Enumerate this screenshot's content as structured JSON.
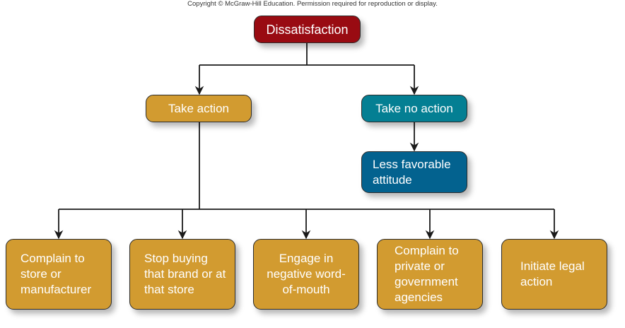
{
  "copyright": "Copyright © McGraw-Hill Education. Permission required for reproduction or display.",
  "colors": {
    "root": "#990b12",
    "action": "#d29b30",
    "no_action": "#047f93",
    "attitude": "#03628f",
    "connector": "#1a1a1a"
  },
  "nodes": {
    "root": {
      "label": "Dissatisfaction"
    },
    "take_action": {
      "label": "Take action"
    },
    "take_no_action": {
      "label": "Take no action"
    },
    "less_favorable": {
      "label": "Less favorable attitude"
    },
    "outcomes": [
      {
        "label": "Complain to store or manufacturer"
      },
      {
        "label": "Stop buying that brand or at that store"
      },
      {
        "label": "Engage in negative word-of-mouth"
      },
      {
        "label": "Complain to private or government agencies"
      },
      {
        "label": "Initiate legal action"
      }
    ]
  },
  "edges": [
    [
      "Dissatisfaction",
      "Take action"
    ],
    [
      "Dissatisfaction",
      "Take no action"
    ],
    [
      "Take no action",
      "Less favorable attitude"
    ],
    [
      "Take action",
      "Complain to store or manufacturer"
    ],
    [
      "Take action",
      "Stop buying that brand or at that store"
    ],
    [
      "Take action",
      "Engage in negative word-of-mouth"
    ],
    [
      "Take action",
      "Complain to private or government agencies"
    ],
    [
      "Take action",
      "Initiate legal action"
    ]
  ]
}
